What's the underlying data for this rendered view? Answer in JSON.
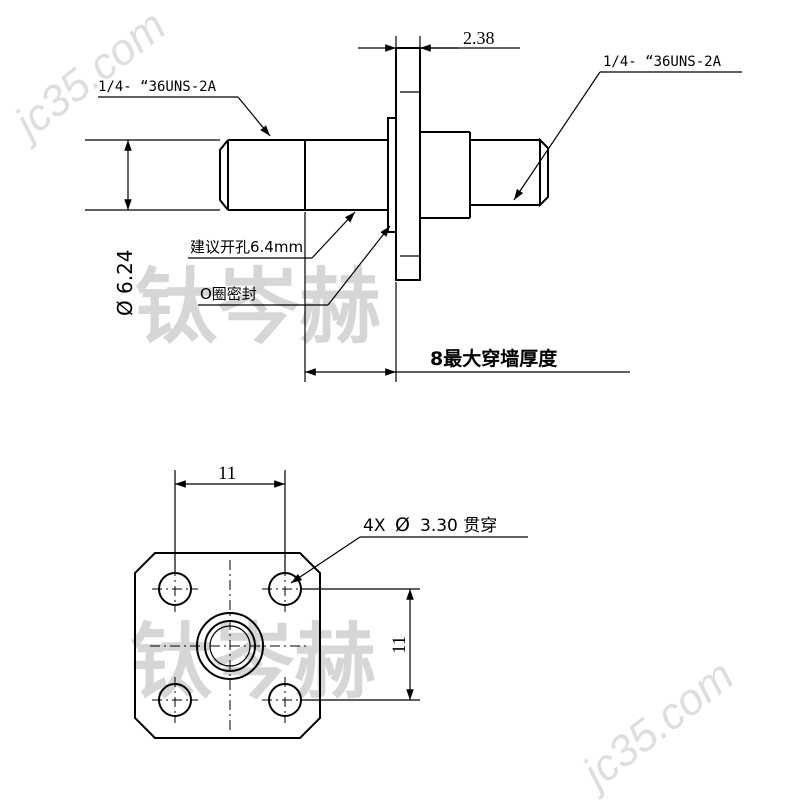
{
  "side_view": {
    "thread_left": "1/4- “36UNS-2A",
    "thread_right": "1/4- “36UNS-2A",
    "flange_thickness": "2.38",
    "diameter_symbol": "Ø",
    "diameter_value": "6.24",
    "hole_note": "建议开孔6.4mm",
    "oring_note": "O圈密封",
    "max_wall": "8最大穿墙厚度"
  },
  "front_view": {
    "width_dim": "11",
    "height_dim": "11",
    "holes_note_prefix": "4X",
    "holes_symbol": "Ø",
    "holes_note_suffix": "3.30 贯穿"
  },
  "watermark": {
    "brand": "钛岑赫",
    "site": "jc35.com"
  }
}
